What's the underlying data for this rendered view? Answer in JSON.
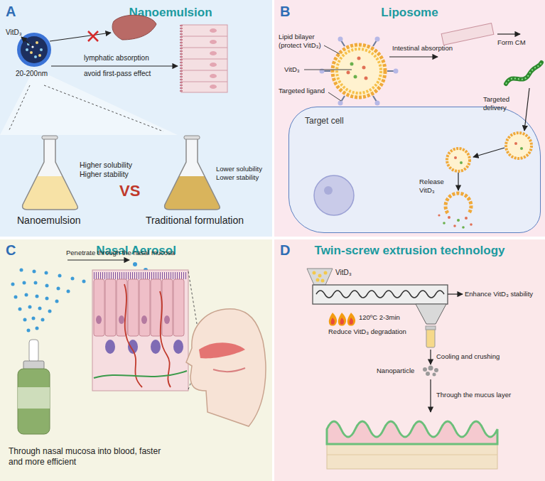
{
  "diagram": {
    "nodes": [
      {
        "text": [
          "Nanoemulsion"
        ]
      },
      {
        "text": [
          "Liposome"
        ]
      },
      {
        "text": [
          "Target cell"
        ],
        "in": 1
      },
      {
        "text": [
          "Nasal Aerosol"
        ]
      },
      {
        "text": [
          "Twin-screw extrusion technology"
        ]
      }
    ],
    "labels": [
      "A",
      "VitD₃",
      "20-200nm",
      "lymphatic absorption",
      "avoid first-pass effect",
      "Higher solubility Higher stability",
      "VS",
      "Lower solubility Lower stability",
      "Nanoemulsion",
      "Traditional formulation",
      "B",
      "Lipid bilayer (protect VitD₃)",
      "VitD₃",
      "Targeted ligand",
      "Intestinal absorption",
      "Form CM",
      "Targeted delivery",
      "Release VitD₃",
      "C",
      "Penetrate through the nasal mucosa",
      "Through nasal mucosa into blood, faster and more efficient",
      "D",
      "VitD₃",
      "Enhance VitD₃ stability",
      "120ºC 2-3min",
      "Reduce VitD₃ degradation",
      "Cooling and crushing",
      "Nanoparticle",
      "Through the mucus layer"
    ]
  }
}
